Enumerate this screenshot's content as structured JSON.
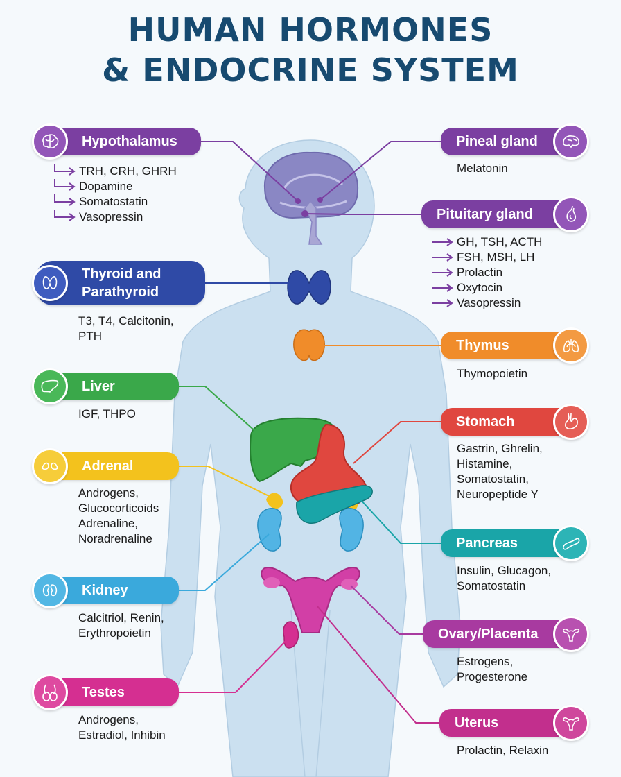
{
  "title": {
    "line1": "HUMAN HORMONES",
    "line2": "& ENDOCRINE SYSTEM"
  },
  "colors": {
    "title": "#174a70",
    "body": "#cbe0f0",
    "hypothalamus": "#7b3fa1",
    "pineal": "#7b3fa1",
    "pituitary": "#7b3fa1",
    "thyroid": "#2f4aa6",
    "thymus": "#f08c2a",
    "liver": "#3aa84a",
    "stomach": "#e0473f",
    "adrenal": "#f3c21d",
    "pancreas": "#1aa5a8",
    "kidney": "#3aa9dc",
    "ovary": "#a83aa0",
    "testes": "#d52f91",
    "uterus": "#c22f8d"
  },
  "glands": {
    "hypothalamus": {
      "name": "Hypothalamus",
      "icon": "brain-icon",
      "hormones": [
        "TRH, CRH, GHRH",
        "Dopamine",
        "Somatostatin",
        "Vasopressin"
      ]
    },
    "pineal": {
      "name": "Pineal gland",
      "icon": "pineal-brain-icon",
      "hormones_text": "Melatonin"
    },
    "pituitary": {
      "name": "Pituitary gland",
      "icon": "pituitary-icon",
      "hormones": [
        "GH, TSH, ACTH",
        "FSH, MSH, LH",
        "Prolactin",
        "Oxytocin",
        "Vasopressin"
      ]
    },
    "thyroid": {
      "name_line1": "Thyroid and",
      "name_line2": "Parathyroid",
      "icon": "thyroid-icon",
      "hormones_line1": "T3, T4, Calcitonin,",
      "hormones_line2": "PTH"
    },
    "thymus": {
      "name": "Thymus",
      "icon": "thymus-icon",
      "hormones_text": "Thymopoietin"
    },
    "liver": {
      "name": "Liver",
      "icon": "liver-icon",
      "hormones_text": "IGF, THPO"
    },
    "stomach": {
      "name": "Stomach",
      "icon": "stomach-icon",
      "hormones_lines": [
        "Gastrin, Ghrelin,",
        "Histamine,",
        "Somatostatin,",
        "Neuropeptide Y"
      ]
    },
    "adrenal": {
      "name": "Adrenal",
      "icon": "adrenal-icon",
      "hormones_lines": [
        "Androgens,",
        "Glucocorticoids",
        "Adrenaline,",
        "Noradrenaline"
      ]
    },
    "pancreas": {
      "name": "Pancreas",
      "icon": "pancreas-icon",
      "hormones_lines": [
        "Insulin, Glucagon,",
        "Somatostatin"
      ]
    },
    "kidney": {
      "name": "Kidney",
      "icon": "kidney-icon",
      "hormones_lines": [
        "Calcitriol, Renin,",
        "Erythropoietin"
      ]
    },
    "ovary": {
      "name": "Ovary/Placenta",
      "icon": "ovary-icon",
      "hormones_lines": [
        "Estrogens,",
        "Progesterone"
      ]
    },
    "testes": {
      "name": "Testes",
      "icon": "testes-icon",
      "hormones_lines": [
        "Androgens,",
        "Estradiol, Inhibin"
      ]
    },
    "uterus": {
      "name": "Uterus",
      "icon": "uterus-icon",
      "hormones_text": "Prolactin, Relaxin"
    }
  }
}
